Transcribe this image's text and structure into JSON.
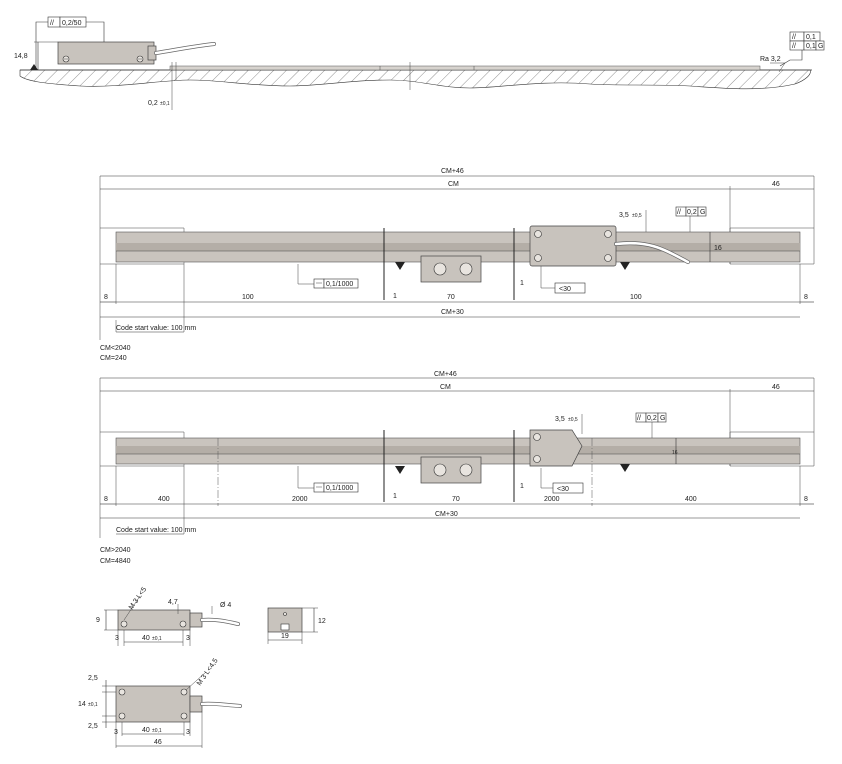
{
  "top_view": {
    "parallelism": "0,2/50",
    "height": "14,8",
    "gap": "0,2",
    "gap_tol": "±0,1",
    "roughness": "Ra 3,2",
    "tol_1": "0,1",
    "tol_2_value": "0,1",
    "tol_2_ref": "G"
  },
  "drawing_1": {
    "cm_plus_46": "CM+46",
    "cm": "CM",
    "right_46": "46",
    "offset": "3,5",
    "offset_tol": "±0,5",
    "parallel_value": "0,2",
    "parallel_ref": "G",
    "height_16": "16",
    "straightness": "0,1/1000",
    "angle": "<30",
    "mark_1a": "1",
    "mark_1b": "1",
    "left_8": "8",
    "seg_100a": "100",
    "seg_70": "70",
    "seg_100b": "100",
    "right_8": "8",
    "cm_plus_30": "CM+30",
    "code_start": "Code start value: 100 mm",
    "range_1": "CM<2040",
    "range_2": "CM=240"
  },
  "drawing_2": {
    "cm_plus_46": "CM+46",
    "cm": "CM",
    "right_46": "46",
    "offset": "3,5",
    "offset_tol": "±0,5",
    "parallel_value": "0,2",
    "parallel_ref": "G",
    "height_16": "16",
    "straightness": "0,1/1000",
    "angle": "<30",
    "mark_1a": "1",
    "mark_1b": "1",
    "left_8": "8",
    "seg_400a": "400",
    "seg_2000a": "2000",
    "seg_70": "70",
    "seg_2000b": "2000",
    "seg_400b": "400",
    "right_8": "8",
    "cm_plus_30": "CM+30",
    "code_start": "Code start value: 100 mm",
    "range_1": "CM>2040",
    "range_2": "CM=4840"
  },
  "detail_1": {
    "thread": "M 3 L<5",
    "offset": "4,7",
    "cable_dia": "Ø 4",
    "height": "9",
    "left_3": "3",
    "width": "40",
    "width_tol": "±0,1",
    "right_3": "3",
    "end_height": "12",
    "end_width": "19"
  },
  "detail_2": {
    "top": "2,5",
    "height": "14",
    "height_tol": "±0,1",
    "bottom": "2,5",
    "thread": "M 3 L<4,5",
    "left_3": "3",
    "width": "40",
    "width_tol": "±0,1",
    "right_3": "3",
    "total": "46"
  }
}
